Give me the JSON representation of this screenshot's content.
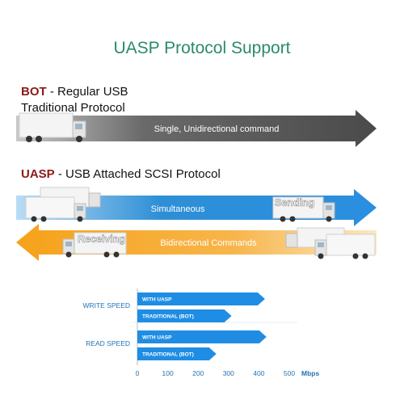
{
  "title": "UASP Protocol Support",
  "bot": {
    "abbr": "BOT",
    "line1": " - Regular USB",
    "line2": "Traditional Protocol",
    "arrow_label": "Single, Unidirectional command"
  },
  "uasp": {
    "abbr": "UASP",
    "line1": " - USB Attached SCSI Protocol",
    "forward_label": "Simultaneous",
    "sending_tag": "Sending",
    "backward_label": "Bidirectional Commands",
    "receiving_tag": "Receiving"
  },
  "colors": {
    "title": "#2a8a6e",
    "bot_arrow": "#5a5a5a",
    "forward_arrow": "#2a8fd8",
    "backward_arrow": "#f2a51c",
    "chart_bar": "#1f8de3",
    "chart_text": "#1f73b7"
  },
  "chart_data": {
    "type": "bar",
    "orientation": "horizontal",
    "categories": [
      "WRITE SPEED",
      "READ SPEED"
    ],
    "series": [
      {
        "name": "WITH UASP",
        "values": [
          420,
          425
        ]
      },
      {
        "name": "TRADITIONAL (BOT)",
        "values": [
          310,
          260
        ]
      }
    ],
    "x_ticks": [
      "0",
      "100",
      "200",
      "300",
      "400",
      "500"
    ],
    "x_unit": "Mbps",
    "xlim": [
      0,
      500
    ]
  }
}
